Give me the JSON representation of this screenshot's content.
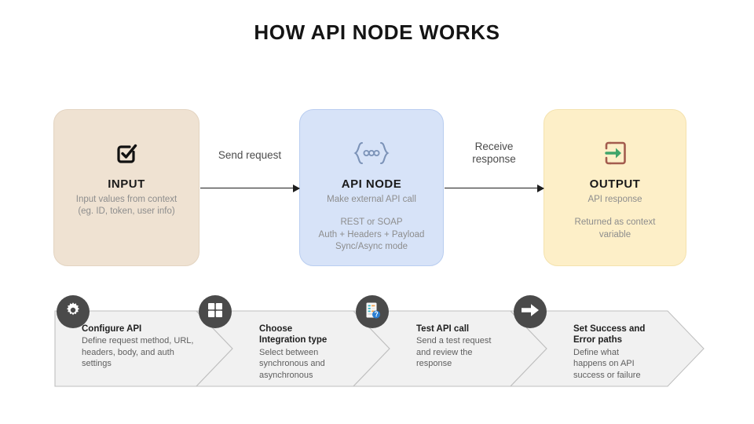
{
  "page": {
    "title": "HOW API NODE WORKS",
    "background_color": "#ffffff"
  },
  "flow": {
    "boxes": [
      {
        "id": "input",
        "icon": "checkbox-checked-icon",
        "title": "INPUT",
        "subtitle": "Input values from context\n(eg. ID, token, user info)",
        "subtitle_line1": "Input values from context",
        "subtitle_line2": "(eg. ID, token, user info)",
        "detail": "",
        "fill_color": "#EFE2D2",
        "border_color": "#E3D4C1"
      },
      {
        "id": "api-node",
        "icon": "curly-braces-dots-icon",
        "title": "API NODE",
        "subtitle": "Make external API call",
        "detail_line1": "REST or SOAP",
        "detail_line2": "Auth + Headers + Payload",
        "detail_line3": "Sync/Async mode",
        "fill_color": "#D7E3F8",
        "border_color": "#B9CDF0"
      },
      {
        "id": "output",
        "icon": "arrow-into-box-icon",
        "title": "OUTPUT",
        "subtitle": "API response",
        "detail_line1": "Returned as context",
        "detail_line2": "variable",
        "fill_color": "#FDEFC8",
        "border_color": "#F4E2AE"
      }
    ],
    "connectors": [
      {
        "id": "send-request",
        "label_line1": "Send request",
        "label_line2": ""
      },
      {
        "id": "receive-response",
        "label_line1": "Receive",
        "label_line2": "response"
      }
    ]
  },
  "steps": {
    "items": [
      {
        "icon": "gear-icon",
        "title_line1": "Configure API",
        "title_line2": "",
        "desc_line1": "Define request method, URL,",
        "desc_line2": "headers, body, and auth",
        "desc_line3": "settings"
      },
      {
        "icon": "grid-window-icon",
        "title_line1": "Choose",
        "title_line2": "Integration type",
        "desc_line1": "Select between",
        "desc_line2": "synchronous and",
        "desc_line3": "asynchronous"
      },
      {
        "icon": "document-report-icon",
        "title_line1": "Test API call",
        "title_line2": "",
        "desc_line1": "Send a test request",
        "desc_line2": "and review the",
        "desc_line3": "response"
      },
      {
        "icon": "arrow-right-icon",
        "title_line1": "Set Success and",
        "title_line2": "Error paths",
        "desc_line1": "Define what",
        "desc_line2": "happens on API",
        "desc_line3": "success or failure"
      }
    ],
    "chevron_fill": "#F1F1F1",
    "chevron_stroke": "#BFBFBF",
    "circle_color": "#4a4a4a"
  },
  "colors": {
    "title_text": "#141414",
    "muted_text": "#8d8d8d",
    "arrow_line": "#1d1d1d",
    "icon_green": "#3fa46a",
    "icon_brown": "#a35c4e",
    "icon_blue_gray": "#7c93b8"
  }
}
